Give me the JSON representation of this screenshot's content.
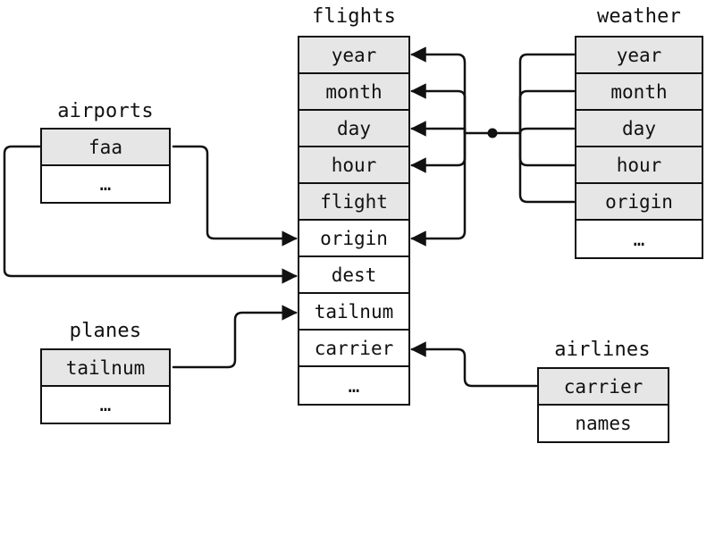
{
  "tables": {
    "flights": {
      "title": "flights",
      "rows": [
        "year",
        "month",
        "day",
        "hour",
        "flight",
        "origin",
        "dest",
        "tailnum",
        "carrier",
        "…"
      ]
    },
    "weather": {
      "title": "weather",
      "rows": [
        "year",
        "month",
        "day",
        "hour",
        "origin",
        "…"
      ]
    },
    "airports": {
      "title": "airports",
      "rows": [
        "faa",
        "…"
      ]
    },
    "planes": {
      "title": "planes",
      "rows": [
        "tailnum",
        "…"
      ]
    },
    "airlines": {
      "title": "airlines",
      "rows": [
        "carrier",
        "names"
      ]
    }
  },
  "colors": {
    "key_fill": "#e6e6e6",
    "line": "#111111",
    "background": "#ffffff"
  }
}
